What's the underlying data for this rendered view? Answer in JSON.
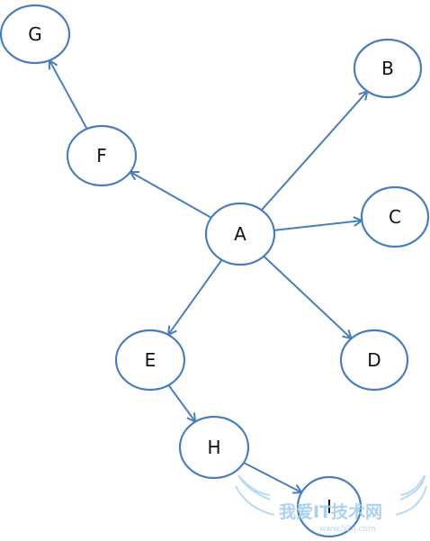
{
  "nodes": [
    {
      "id": "G",
      "label": "G"
    },
    {
      "id": "B",
      "label": "B"
    },
    {
      "id": "F",
      "label": "F"
    },
    {
      "id": "A",
      "label": "A"
    },
    {
      "id": "C",
      "label": "C"
    },
    {
      "id": "E",
      "label": "E"
    },
    {
      "id": "D",
      "label": "D"
    },
    {
      "id": "H",
      "label": "H"
    },
    {
      "id": "I",
      "label": "I"
    }
  ],
  "edges": [
    {
      "from": "A",
      "to": "B"
    },
    {
      "from": "A",
      "to": "C"
    },
    {
      "from": "A",
      "to": "D"
    },
    {
      "from": "A",
      "to": "E"
    },
    {
      "from": "A",
      "to": "F"
    },
    {
      "from": "F",
      "to": "G"
    },
    {
      "from": "E",
      "to": "H"
    },
    {
      "from": "H",
      "to": "I"
    }
  ],
  "watermark": {
    "text": "我爱IT技术网",
    "url": "www.52ij.com"
  },
  "colors": {
    "stroke": "#4a7ebb",
    "watermark": "#9ec9ee"
  }
}
